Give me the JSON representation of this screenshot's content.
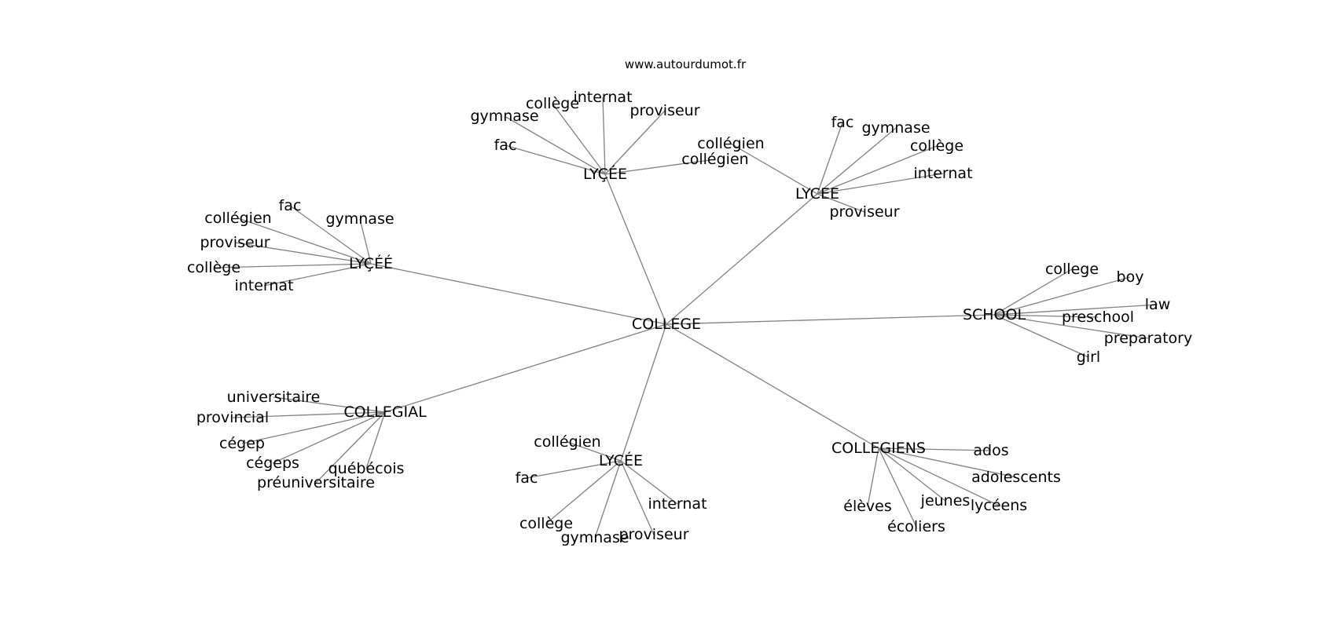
{
  "source_label": "www.autourdumot.fr",
  "graph": {
    "root": {
      "id": "root",
      "label": "COLLEGE"
    },
    "clusters": [
      {
        "id": "c1",
        "label": "LYÇÉE",
        "words": [
          "collège",
          "internat",
          "gymnase",
          "proviseur",
          "fac",
          "collégien"
        ]
      },
      {
        "id": "c2",
        "label": "LYCEE",
        "words": [
          "fac",
          "gymnase",
          "collégien",
          "collège",
          "internat",
          "proviseur"
        ]
      },
      {
        "id": "c3",
        "label": "LYÇÉÉ",
        "words": [
          "fac",
          "gymnase",
          "collégien",
          "proviseur",
          "collège",
          "internat"
        ]
      },
      {
        "id": "c4",
        "label": "SCHOOL",
        "words": [
          "college",
          "boy",
          "law",
          "preschool",
          "preparatory",
          "girl"
        ]
      },
      {
        "id": "c5",
        "label": "COLLEGIAL",
        "words": [
          "universitaire",
          "provincial",
          "cégep",
          "cégeps",
          "québécois",
          "préuniversitaire"
        ]
      },
      {
        "id": "c6",
        "label": "LYCÉE",
        "words": [
          "collégien",
          "fac",
          "internat",
          "collège",
          "proviseur",
          "gymnase"
        ]
      },
      {
        "id": "c7",
        "label": "COLLEGIENS",
        "words": [
          "ados",
          "adolescents",
          "élèves",
          "jeunes",
          "lycéens",
          "écoliers"
        ]
      }
    ]
  }
}
